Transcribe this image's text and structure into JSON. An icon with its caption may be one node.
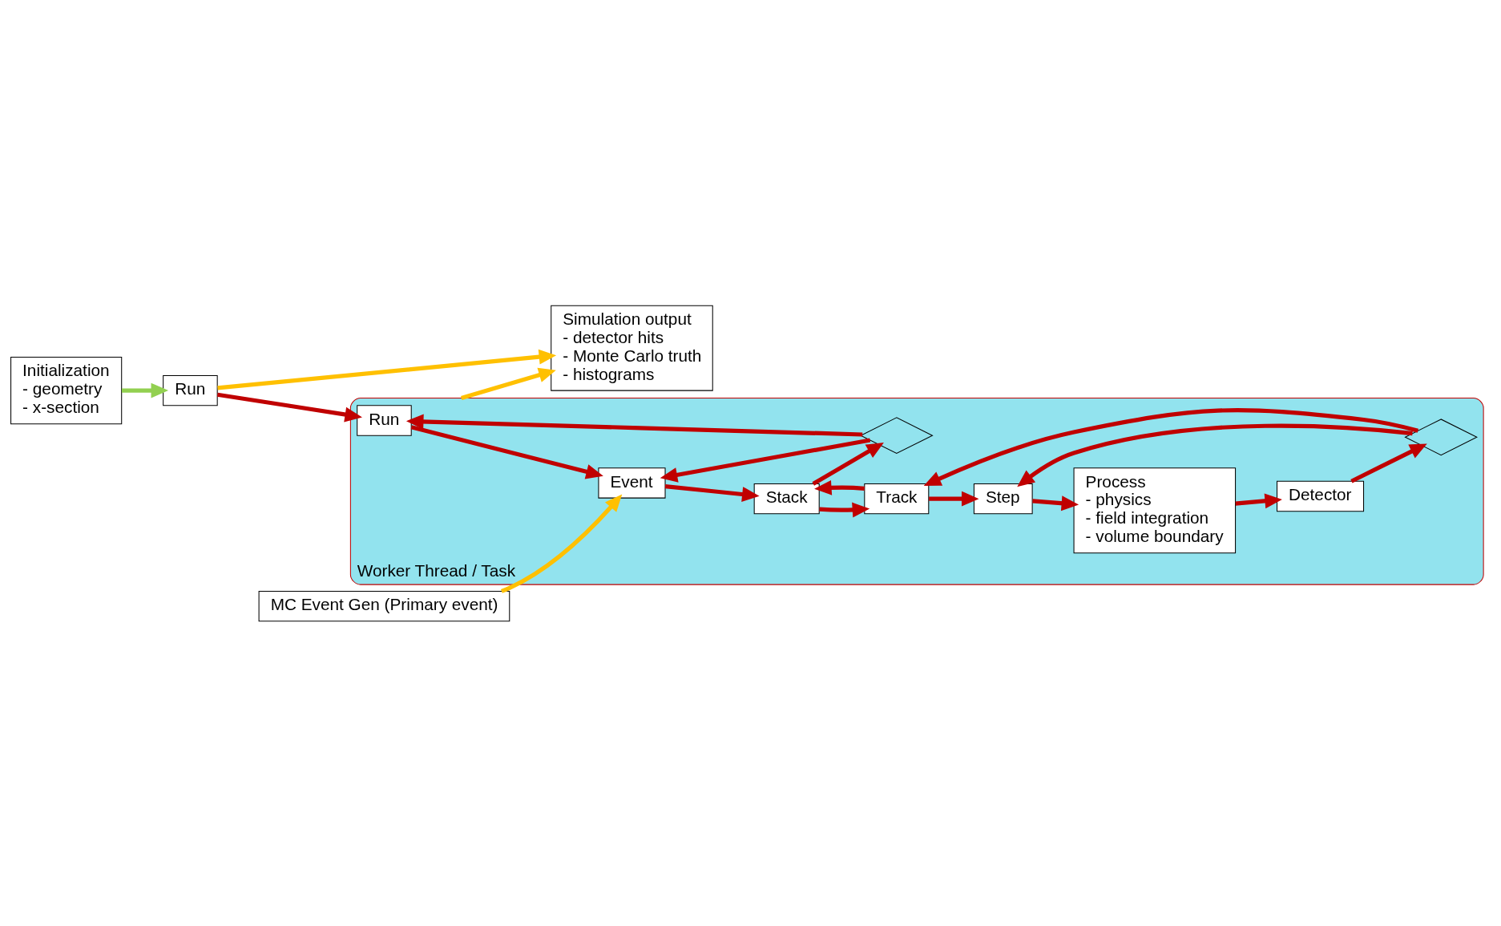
{
  "diagram": {
    "nodes": [
      {
        "text": [
          "Initialization",
          "- geometry",
          "- x-section"
        ]
      },
      {
        "text": [
          "Run"
        ]
      },
      {
        "text": [
          "Simulation output",
          "- detector hits",
          "- Monte Carlo truth",
          "- histograms"
        ]
      },
      {
        "text": [
          "Worker Thread / Task"
        ]
      },
      {
        "text": [
          "Run"
        ],
        "in": 3
      },
      {
        "text": [
          "Event"
        ],
        "in": 3
      },
      {
        "text": [
          "Stack"
        ],
        "in": 3
      },
      {
        "text": [
          "Track"
        ],
        "in": 3
      },
      {
        "text": [
          "MC Event Gen (Primary event)"
        ]
      },
      {
        "text": [],
        "shape": "diamond",
        "in": 3
      },
      {
        "text": [
          "Step"
        ],
        "in": 3
      },
      {
        "text": [
          "Process",
          "- physics",
          "- field integration",
          "- volume boundary"
        ],
        "in": 3
      },
      {
        "text": [
          "Detector"
        ],
        "in": 3
      },
      {
        "text": [],
        "shape": "diamond",
        "in": 3
      }
    ],
    "edges": [
      {
        "from": 0,
        "to": 1,
        "arrow": "to",
        "color": "#92d050"
      },
      {
        "from": 1,
        "to": 2,
        "arrow": "to",
        "color": "#ffc000"
      },
      {
        "from": 3,
        "to": 2,
        "arrow": "to",
        "color": "#ffc000"
      },
      {
        "from": 1,
        "to": 4,
        "arrow": "to"
      },
      {
        "from": 4,
        "to": 5,
        "arrow": "to"
      },
      {
        "from": 5,
        "to": 6,
        "arrow": "to"
      },
      {
        "from": 6,
        "to": 7,
        "arrow": "to"
      },
      {
        "from": 7,
        "to": 6,
        "arrow": "to"
      },
      {
        "from": 6,
        "to": 9,
        "arrow": "to"
      },
      {
        "from": 9,
        "to": 5,
        "arrow": "to"
      },
      {
        "from": 9,
        "to": 4,
        "arrow": "to"
      },
      {
        "from": 8,
        "to": 5,
        "arrow": "to",
        "color": "#ffc000"
      },
      {
        "from": 7,
        "to": 10,
        "arrow": "to"
      },
      {
        "from": 10,
        "to": 11,
        "arrow": "to"
      },
      {
        "from": 11,
        "to": 12,
        "arrow": "to"
      },
      {
        "from": 12,
        "to": 13,
        "arrow": "to"
      },
      {
        "from": 13,
        "to": 10,
        "arrow": "to"
      },
      {
        "from": 13,
        "to": 7,
        "arrow": "to"
      }
    ]
  }
}
